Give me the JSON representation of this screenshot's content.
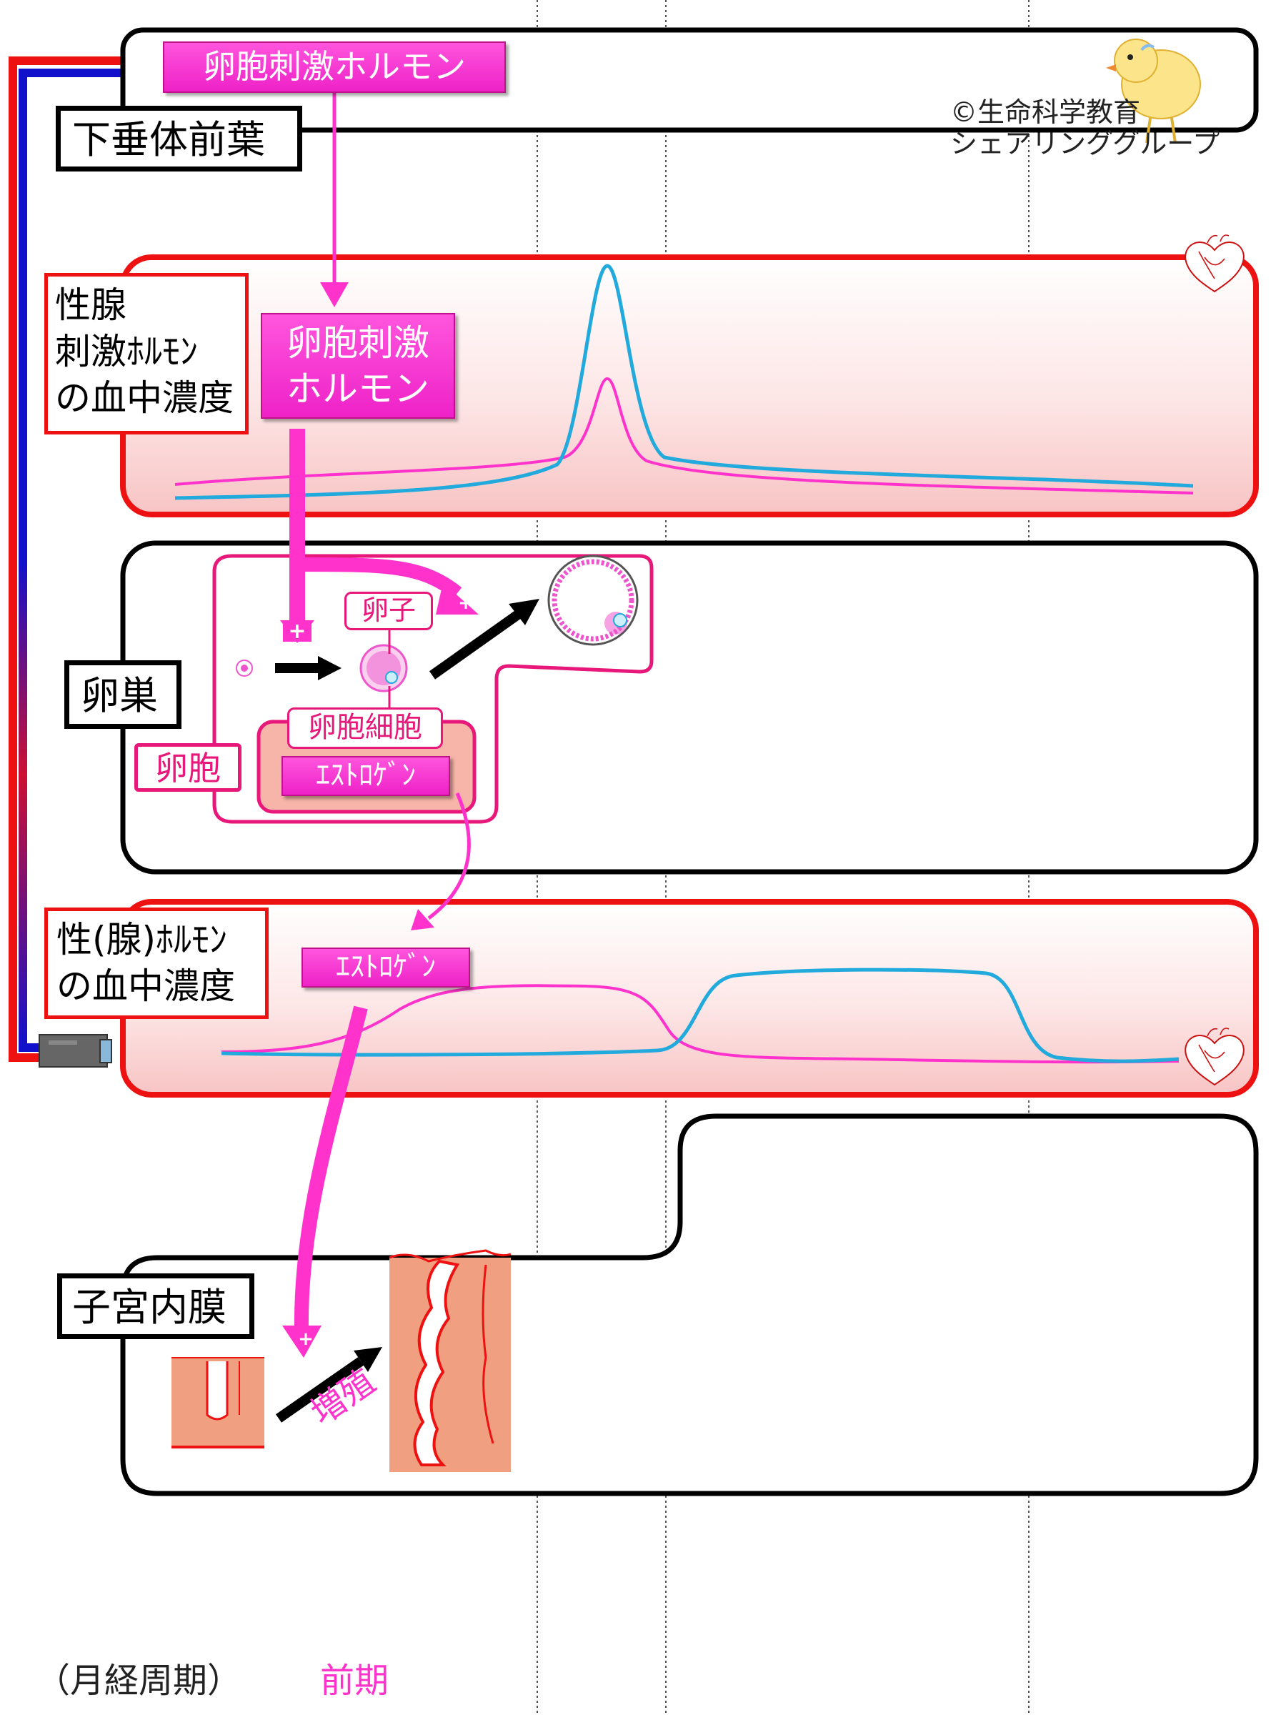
{
  "copyright": {
    "line1": "©生命科学教育",
    "line2": "シェアリンググループ"
  },
  "panels": {
    "pituitary": {
      "label": "下垂体前葉",
      "hormone": "卵胞刺激ホルモン"
    },
    "gonadotropin": {
      "label_lines": [
        "性腺",
        "刺激ﾎﾙﾓﾝ",
        "の血中濃度"
      ],
      "hormone_lines": [
        "卵胞刺激",
        "ホルモン"
      ]
    },
    "ovary": {
      "label": "卵巣",
      "follicle": "卵胞",
      "egg": "卵子",
      "follicle_cell": "卵胞細胞",
      "estrogen": "ｴｽﾄﾛｹﾞﾝ"
    },
    "sex_hormone": {
      "label_lines": [
        "性(腺)ﾎﾙﾓﾝ",
        "の血中濃度"
      ],
      "estrogen": "ｴｽﾄﾛｹﾞﾝ"
    },
    "endometrium": {
      "label": "子宮内膜",
      "proliferation": "増殖"
    }
  },
  "footer": {
    "cycle_label": "（月経周期）",
    "phase": "前期"
  },
  "colors": {
    "pink": "#ff22cc",
    "cyan": "#22aadd",
    "red": "#ee1111",
    "blue": "#1111cc",
    "tissue": "#f0a080"
  },
  "icons": [
    "heart-icon",
    "camera-icon",
    "chick-icon",
    "plus-icon"
  ]
}
